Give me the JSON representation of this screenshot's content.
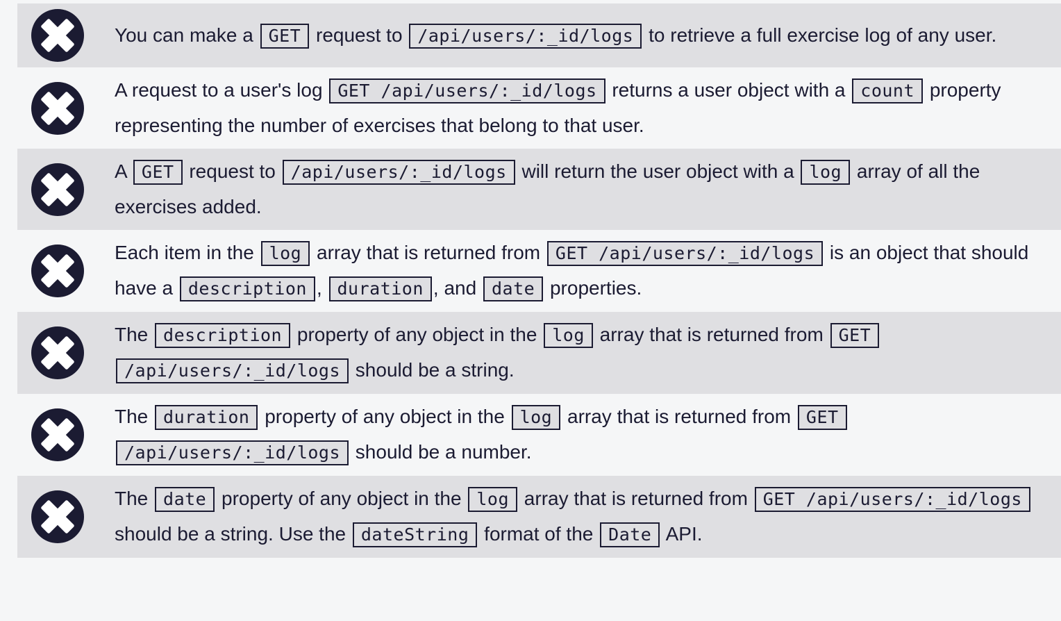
{
  "colors": {
    "page_background": "#f5f6f7",
    "row_shade": "#dfdfe2",
    "text": "#1b1b32",
    "code_background": "#dfdfe2",
    "code_border": "#1b1b32",
    "fail_icon_background": "#1b1b32",
    "fail_icon_cross": "#ffffff"
  },
  "tests": [
    {
      "status": "failed",
      "icon": "test-failed-x-icon",
      "segments": [
        {
          "type": "text",
          "text": "You can make a "
        },
        {
          "type": "code",
          "text": "GET"
        },
        {
          "type": "text",
          "text": " request to "
        },
        {
          "type": "code",
          "text": "/api/users/:_id/logs"
        },
        {
          "type": "text",
          "text": " to retrieve a full exercise log of any user."
        }
      ]
    },
    {
      "status": "failed",
      "icon": "test-failed-x-icon",
      "segments": [
        {
          "type": "text",
          "text": "A request to a user's log "
        },
        {
          "type": "code",
          "text": "GET /api/users/:_id/logs"
        },
        {
          "type": "text",
          "text": " returns a user object with a "
        },
        {
          "type": "code",
          "text": "count"
        },
        {
          "type": "text",
          "text": " property representing the number of exercises that belong to that user."
        }
      ]
    },
    {
      "status": "failed",
      "icon": "test-failed-x-icon",
      "segments": [
        {
          "type": "text",
          "text": "A "
        },
        {
          "type": "code",
          "text": "GET"
        },
        {
          "type": "text",
          "text": " request to "
        },
        {
          "type": "code",
          "text": "/api/users/:_id/logs"
        },
        {
          "type": "text",
          "text": " will return the user object with a "
        },
        {
          "type": "code",
          "text": "log"
        },
        {
          "type": "text",
          "text": " array of all the exercises added."
        }
      ]
    },
    {
      "status": "failed",
      "icon": "test-failed-x-icon",
      "segments": [
        {
          "type": "text",
          "text": "Each item in the "
        },
        {
          "type": "code",
          "text": "log"
        },
        {
          "type": "text",
          "text": " array that is returned from "
        },
        {
          "type": "code",
          "text": "GET /api/users/:_id/logs"
        },
        {
          "type": "text",
          "text": " is an object that should have a "
        },
        {
          "type": "code",
          "text": "description"
        },
        {
          "type": "text",
          "text": ", "
        },
        {
          "type": "code",
          "text": "duration"
        },
        {
          "type": "text",
          "text": ", and "
        },
        {
          "type": "code",
          "text": "date"
        },
        {
          "type": "text",
          "text": " properties."
        }
      ]
    },
    {
      "status": "failed",
      "icon": "test-failed-x-icon",
      "segments": [
        {
          "type": "text",
          "text": "The "
        },
        {
          "type": "code",
          "text": "description"
        },
        {
          "type": "text",
          "text": " property of any object in the "
        },
        {
          "type": "code",
          "text": "log"
        },
        {
          "type": "text",
          "text": " array that is returned from "
        },
        {
          "type": "code",
          "text": "GET /api/users/:_id/logs"
        },
        {
          "type": "text",
          "text": " should be a string."
        }
      ]
    },
    {
      "status": "failed",
      "icon": "test-failed-x-icon",
      "segments": [
        {
          "type": "text",
          "text": "The "
        },
        {
          "type": "code",
          "text": "duration"
        },
        {
          "type": "text",
          "text": " property of any object in the "
        },
        {
          "type": "code",
          "text": "log"
        },
        {
          "type": "text",
          "text": " array that is returned from "
        },
        {
          "type": "code",
          "text": "GET /api/users/:_id/logs"
        },
        {
          "type": "text",
          "text": " should be a number."
        }
      ]
    },
    {
      "status": "failed",
      "icon": "test-failed-x-icon",
      "segments": [
        {
          "type": "text",
          "text": "The "
        },
        {
          "type": "code",
          "text": "date"
        },
        {
          "type": "text",
          "text": " property of any object in the "
        },
        {
          "type": "code",
          "text": "log"
        },
        {
          "type": "text",
          "text": " array that is returned from "
        },
        {
          "type": "code",
          "text": "GET /api/users/:_id/logs"
        },
        {
          "type": "text",
          "text": " should be a string. Use the "
        },
        {
          "type": "code",
          "text": "dateString"
        },
        {
          "type": "text",
          "text": " format of the "
        },
        {
          "type": "code",
          "text": "Date"
        },
        {
          "type": "text",
          "text": " API."
        }
      ]
    }
  ]
}
